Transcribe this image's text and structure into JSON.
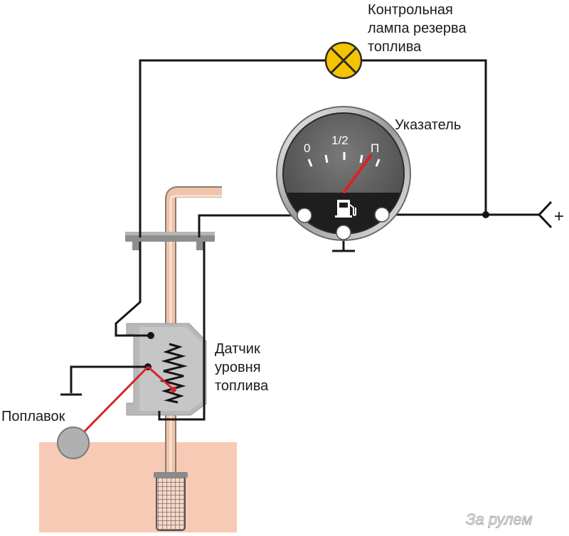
{
  "diagram": {
    "title": "Fuel level gauge circuit",
    "labels": {
      "lamp_line1": "Контрольная",
      "lamp_line2": "лампа резерва",
      "lamp_line3": "топлива",
      "gauge": "Указатель",
      "sensor_line1": "Датчик",
      "sensor_line2": "уровня",
      "sensor_line3": "топлива",
      "float": "Поплавок",
      "plus": "+"
    },
    "gauge": {
      "scale": [
        "0",
        "1/2",
        "П"
      ],
      "needle_level": 0.75,
      "icon": "fuel-pump-icon"
    },
    "lamp": {
      "icon": "lamp-cross-icon"
    },
    "colors": {
      "wire": "#151515",
      "lamp": "#f5c400",
      "float_arm": "#d8232a",
      "tank_fuel": "#f6cab5",
      "tube": "#f0c4aa",
      "gauge_face": "#5a5a5a"
    },
    "watermark": "За рулем"
  }
}
